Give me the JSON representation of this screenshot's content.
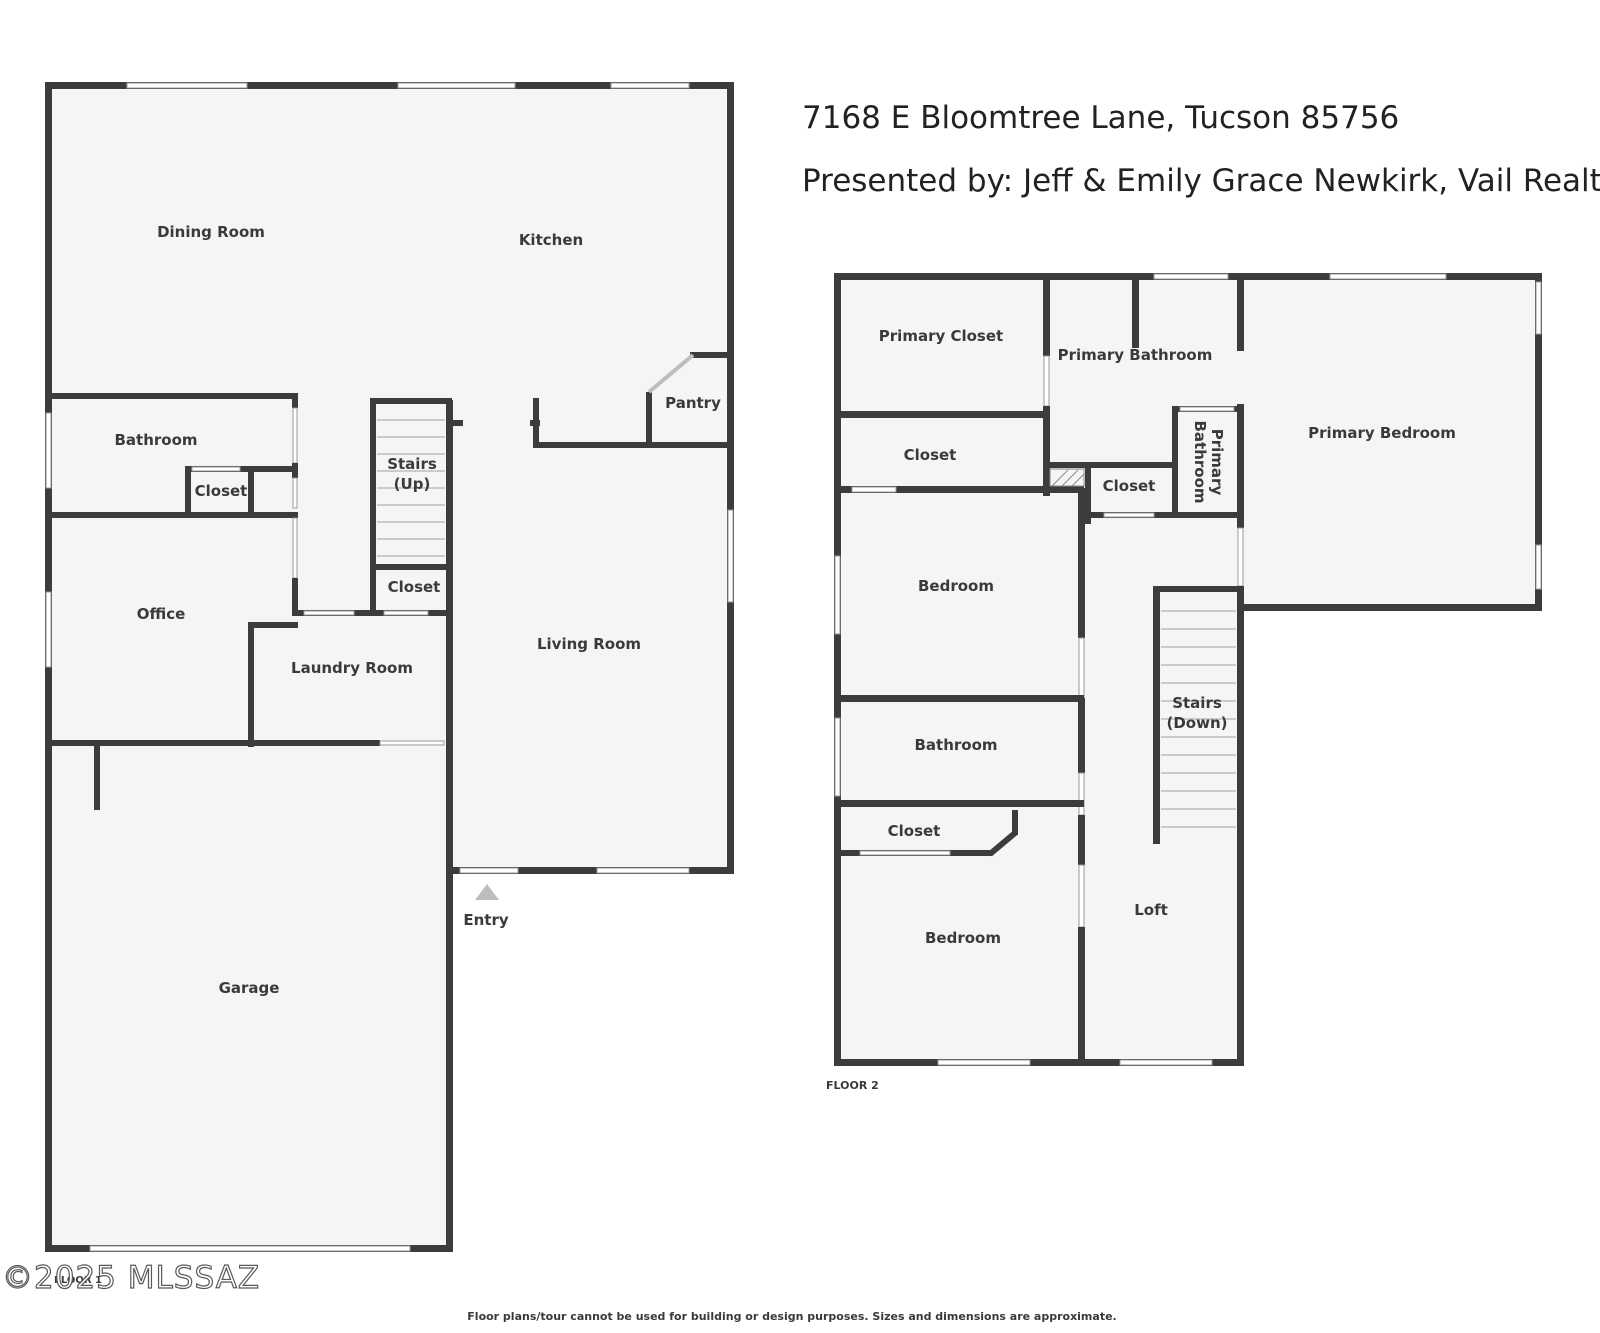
{
  "header": {
    "address": "7168 E Bloomtree Lane, Tucson 85756",
    "presenter": "Presented by: Jeff & Emily Grace Newkirk, Vail Realty"
  },
  "floor1": {
    "label": "FLOOR 1",
    "rooms": {
      "dining": "Dining Room",
      "kitchen": "Kitchen",
      "pantry": "Pantry",
      "bathroom": "Bathroom",
      "closet_bath": "Closet",
      "stairs_up_1": "Stairs",
      "stairs_up_2": "(Up)",
      "closet_stairs": "Closet",
      "office": "Office",
      "laundry": "Laundry Room",
      "living": "Living Room",
      "garage": "Garage",
      "entry": "Entry"
    }
  },
  "floor2": {
    "label": "FLOOR 2",
    "rooms": {
      "primary_closet": "Primary Closet",
      "primary_bathroom": "Primary Bathroom",
      "primary_bedroom": "Primary Bedroom",
      "closet_a": "Closet",
      "closet_b": "Closet",
      "primary_bathroom_small_1": "Primary",
      "primary_bathroom_small_2": "Bathroom",
      "bedroom_a": "Bedroom",
      "bathroom": "Bathroom",
      "stairs_down_1": "Stairs",
      "stairs_down_2": "(Down)",
      "closet_c": "Closet",
      "bedroom_b": "Bedroom",
      "loft": "Loft"
    }
  },
  "watermark": "©2025 MLSSAZ",
  "disclaimer": "Floor plans/tour cannot be used for building or design purposes. Sizes and dimensions are approximate.",
  "colors": {
    "wall": "#3c3c3c",
    "floor": "#f5f5f5"
  }
}
